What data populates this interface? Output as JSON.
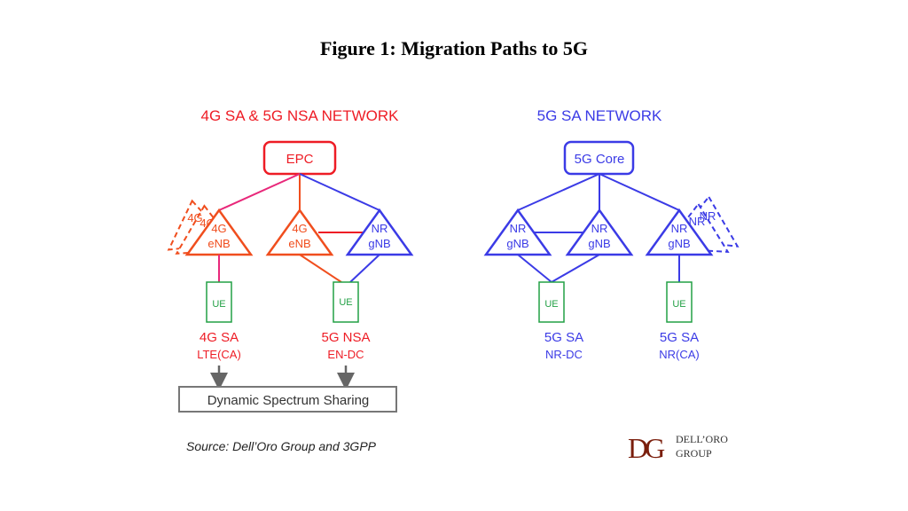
{
  "figure": {
    "title": "Figure 1: Migration Paths to 5G",
    "source": "Source: Dell’Oro Group and 3GPP"
  },
  "colors": {
    "red": "#ee1c25",
    "orange": "#f04e1e",
    "magenta": "#e8287a",
    "blue": "#3b3be6",
    "green": "#22a045",
    "gray": "#666666",
    "logo": "#7a1e0c"
  },
  "left_network": {
    "heading": "4G SA & 5G NSA NETWORK",
    "core": "EPC",
    "enb_a": {
      "line1": "4G",
      "line2": "eNB"
    },
    "enb_a_ghost1": "4G",
    "enb_a_ghost2": "4G",
    "enb_b": {
      "line1": "4G",
      "line2": "eNB"
    },
    "gnb": {
      "line1": "NR",
      "line2": "gNB"
    },
    "ue_a": "UE",
    "ue_b": "UE",
    "mode_a": {
      "name": "4G SA",
      "sub": "LTE(CA)"
    },
    "mode_b": {
      "name": "5G NSA",
      "sub": "EN-DC"
    },
    "dss": "Dynamic Spectrum Sharing"
  },
  "right_network": {
    "heading": "5G SA NETWORK",
    "core": "5G Core",
    "gnb_a": {
      "line1": "NR",
      "line2": "gNB"
    },
    "gnb_b": {
      "line1": "NR",
      "line2": "gNB"
    },
    "gnb_c": {
      "line1": "NR",
      "line2": "gNB"
    },
    "gnb_c_ghost1": "NR",
    "gnb_c_ghost2": "NR",
    "ue_a": "UE",
    "ue_b": "UE",
    "mode_a": {
      "name": "5G SA",
      "sub": "NR-DC"
    },
    "mode_b": {
      "name": "5G SA",
      "sub": "NR(CA)"
    }
  },
  "logo": {
    "monogram": "DG",
    "line1": "DELL’ORO",
    "line2": "GROUP"
  }
}
